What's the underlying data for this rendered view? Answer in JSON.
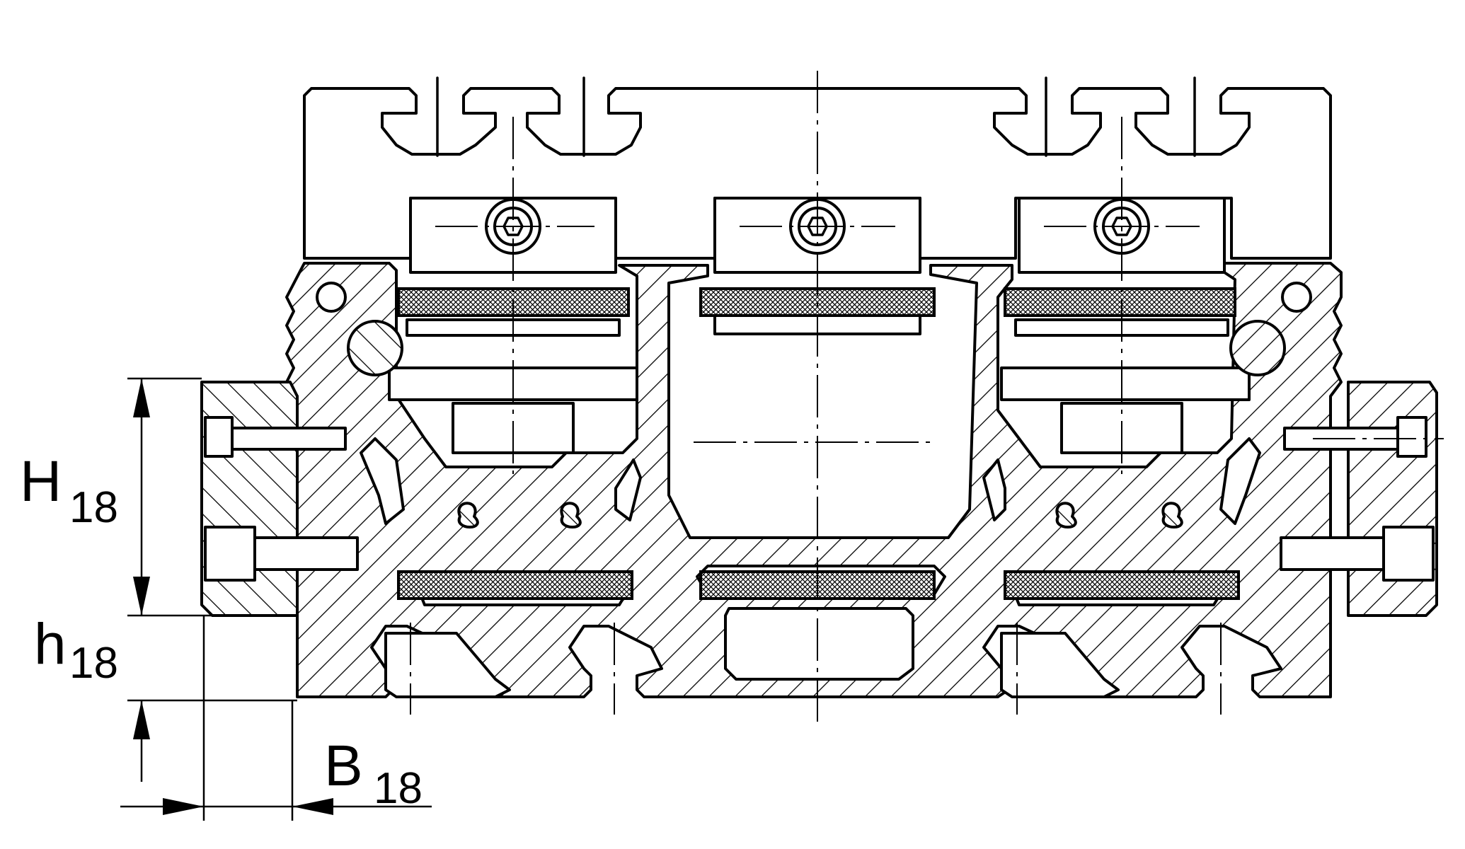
{
  "dimensions": {
    "height_total": {
      "symbol": "H",
      "sub": "18"
    },
    "height_rail": {
      "symbol": "h",
      "sub": "18"
    },
    "width_offset": {
      "symbol": "B",
      "sub": "18"
    }
  }
}
